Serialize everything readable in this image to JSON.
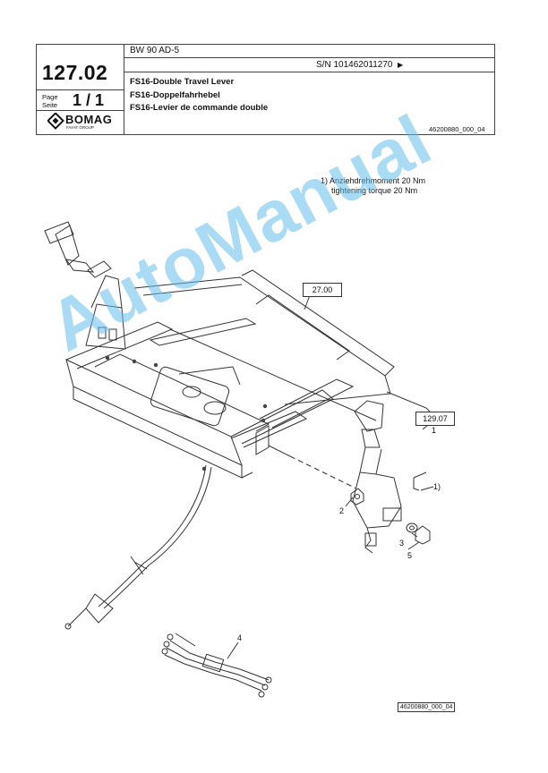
{
  "header": {
    "model": "BW 90 AD-5",
    "page_number": "127.02",
    "page_label_en": "Page",
    "page_label_de": "Seite",
    "page_fraction": "1  /  1",
    "serial": "S/N 101462011270",
    "serial_arrow": "▶",
    "titles": [
      "FS16-Double Travel Lever",
      "FS16-Doppelfahrhebel",
      "FS16-Levier de commande double"
    ],
    "doc_id": "46200880_000_04",
    "brand": "BOMAG",
    "brand_sub": "FAYAT GROUP"
  },
  "drawing": {
    "note_line1": "1) Anziehdrehmoment 20 Nm",
    "note_line2": "tightening torque 20 Nm",
    "ref_boxes": [
      "27.00",
      "129.07"
    ],
    "callouts": [
      "1",
      "1)",
      "2",
      "3",
      "4",
      "5"
    ],
    "footer_id": "46200880_000_04"
  },
  "watermark": "AutoManual"
}
